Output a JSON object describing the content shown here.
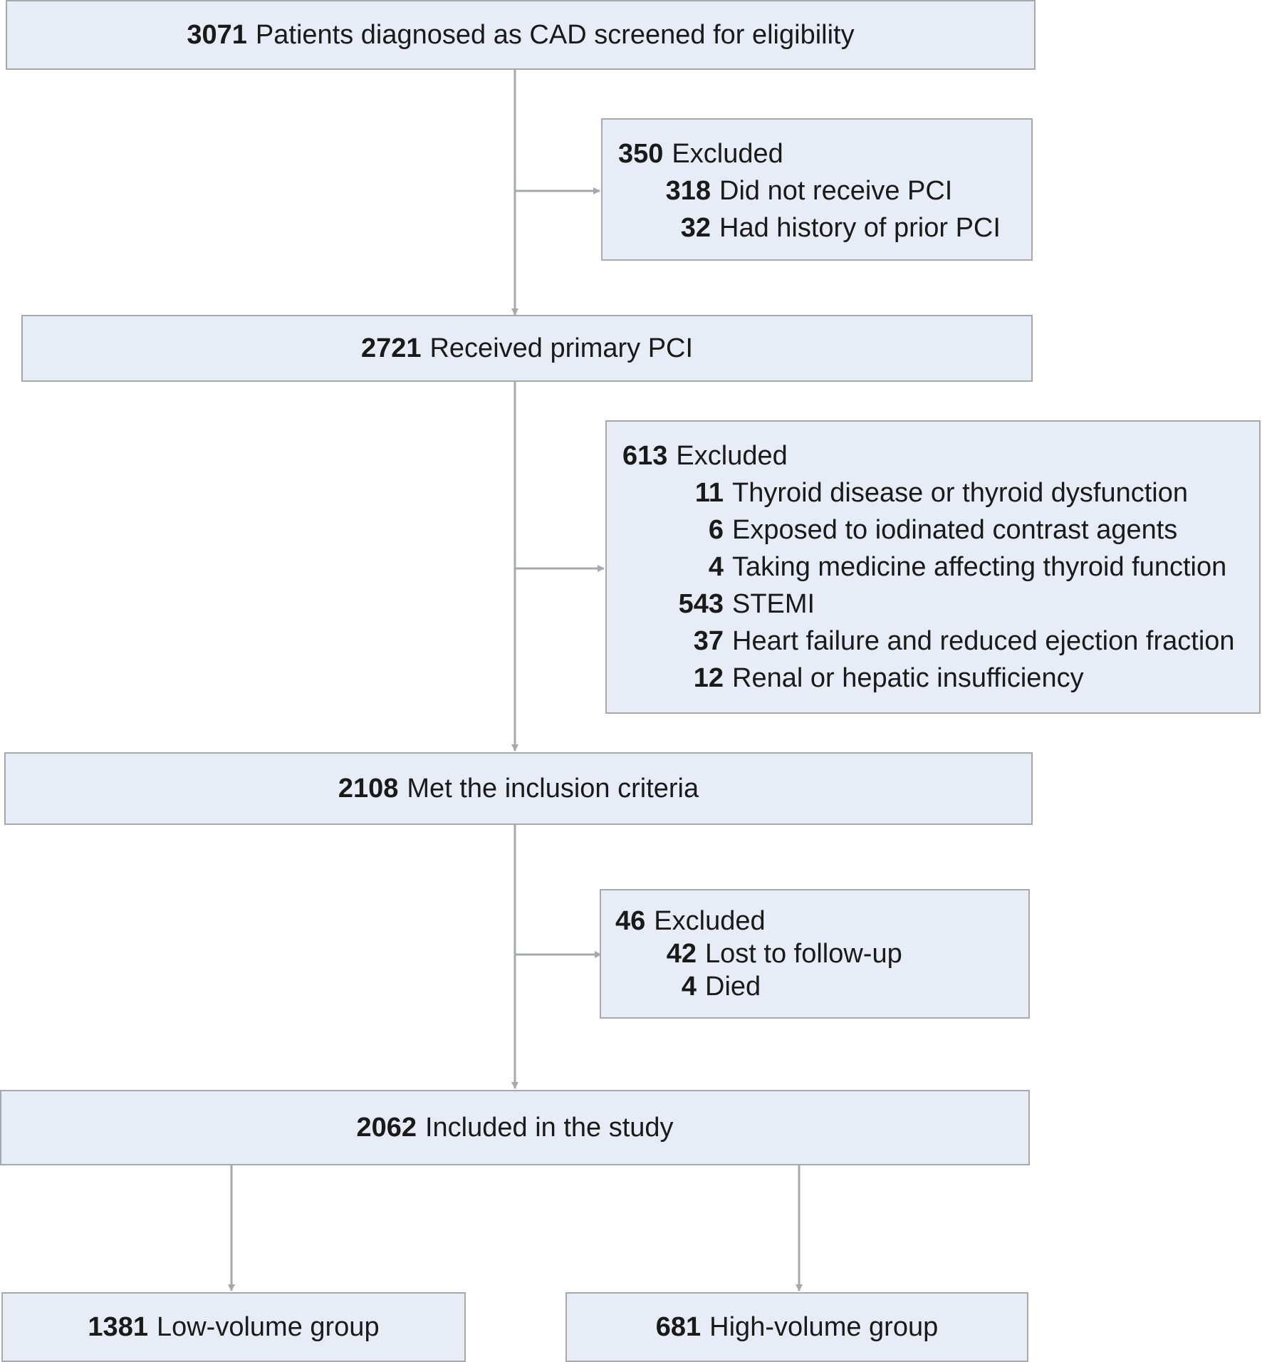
{
  "colors": {
    "box_fill": "#e8ecf6",
    "box_border": "#a6a8ab",
    "arrow": "#a6a8ab"
  },
  "steps": [
    {
      "num": "3071",
      "text": "Patients diagnosed as CAD screened for eligibility"
    },
    {
      "num": "2721",
      "text": "Received primary PCI"
    },
    {
      "num": "2108",
      "text": "Met the inclusion criteria"
    },
    {
      "num": "2062",
      "text": "Included in the study"
    }
  ],
  "exclusions": [
    {
      "head": {
        "num": "350",
        "text": "Excluded"
      },
      "items": [
        {
          "num": "318",
          "text": "Did not receive PCI"
        },
        {
          "num": "32",
          "text": "Had history of prior PCI"
        }
      ]
    },
    {
      "head": {
        "num": "613",
        "text": "Excluded"
      },
      "items": [
        {
          "num": "11",
          "text": "Thyroid disease or thyroid dysfunction"
        },
        {
          "num": "6",
          "text": "Exposed to iodinated contrast agents"
        },
        {
          "num": "4",
          "text": "Taking medicine affecting thyroid function"
        },
        {
          "num": "543",
          "text": "STEMI"
        },
        {
          "num": "37",
          "text": "Heart failure and reduced ejection fraction"
        },
        {
          "num": "12",
          "text": "Renal or hepatic insufficiency"
        }
      ]
    },
    {
      "head": {
        "num": "46",
        "text": "Excluded"
      },
      "items": [
        {
          "num": "42",
          "text": "Lost to follow-up"
        },
        {
          "num": "4",
          "text": "Died"
        }
      ]
    }
  ],
  "groups": [
    {
      "num": "1381",
      "text": "Low-volume group"
    },
    {
      "num": "681",
      "text": "High-volume group"
    }
  ]
}
